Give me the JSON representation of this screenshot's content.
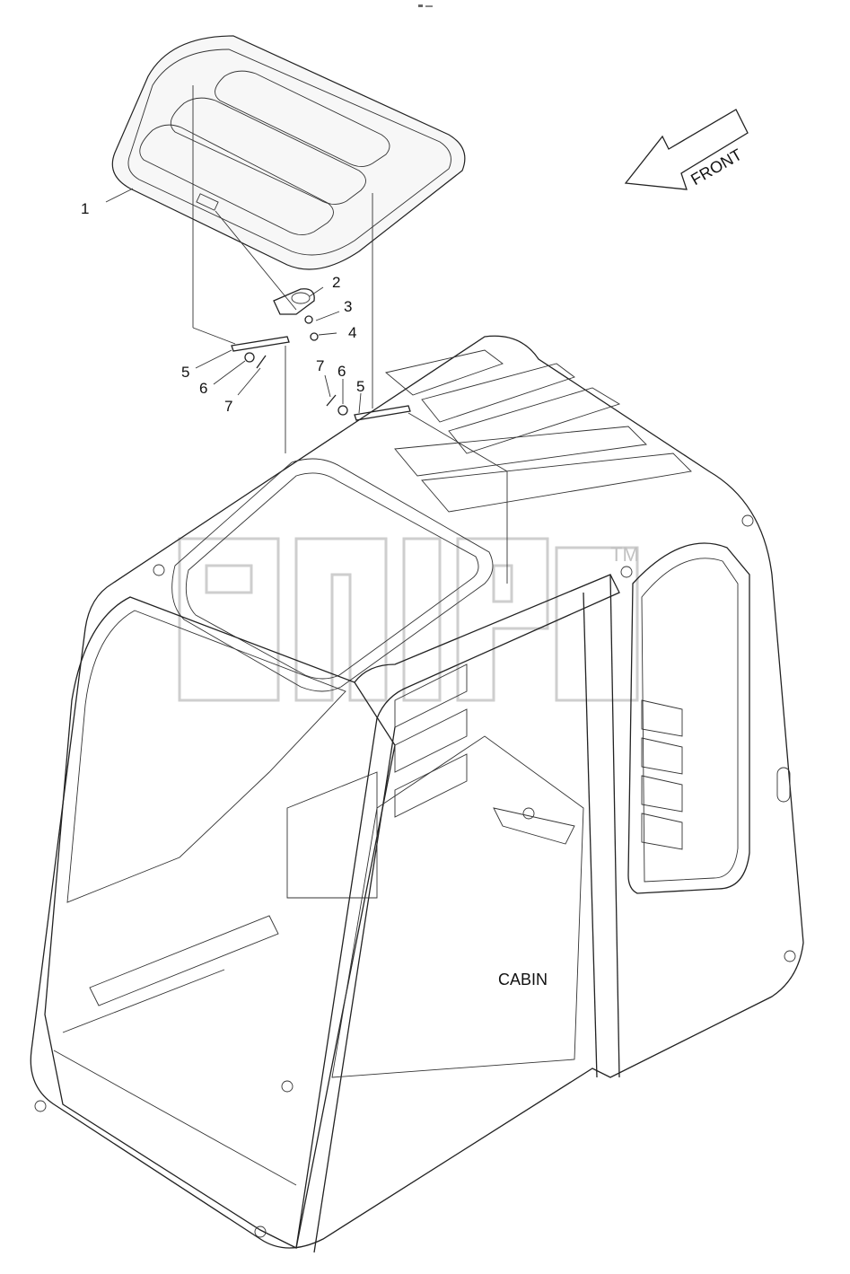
{
  "callouts": {
    "c1": "1",
    "c2": "2",
    "c3": "3",
    "c4": "4",
    "c5a": "5",
    "c6a": "6",
    "c7a": "7",
    "c7b": "7",
    "c6b": "6",
    "c5b": "5"
  },
  "front_arrow_label": "FRONT",
  "assembly_label": "CABIN",
  "watermark_tm": "TM"
}
